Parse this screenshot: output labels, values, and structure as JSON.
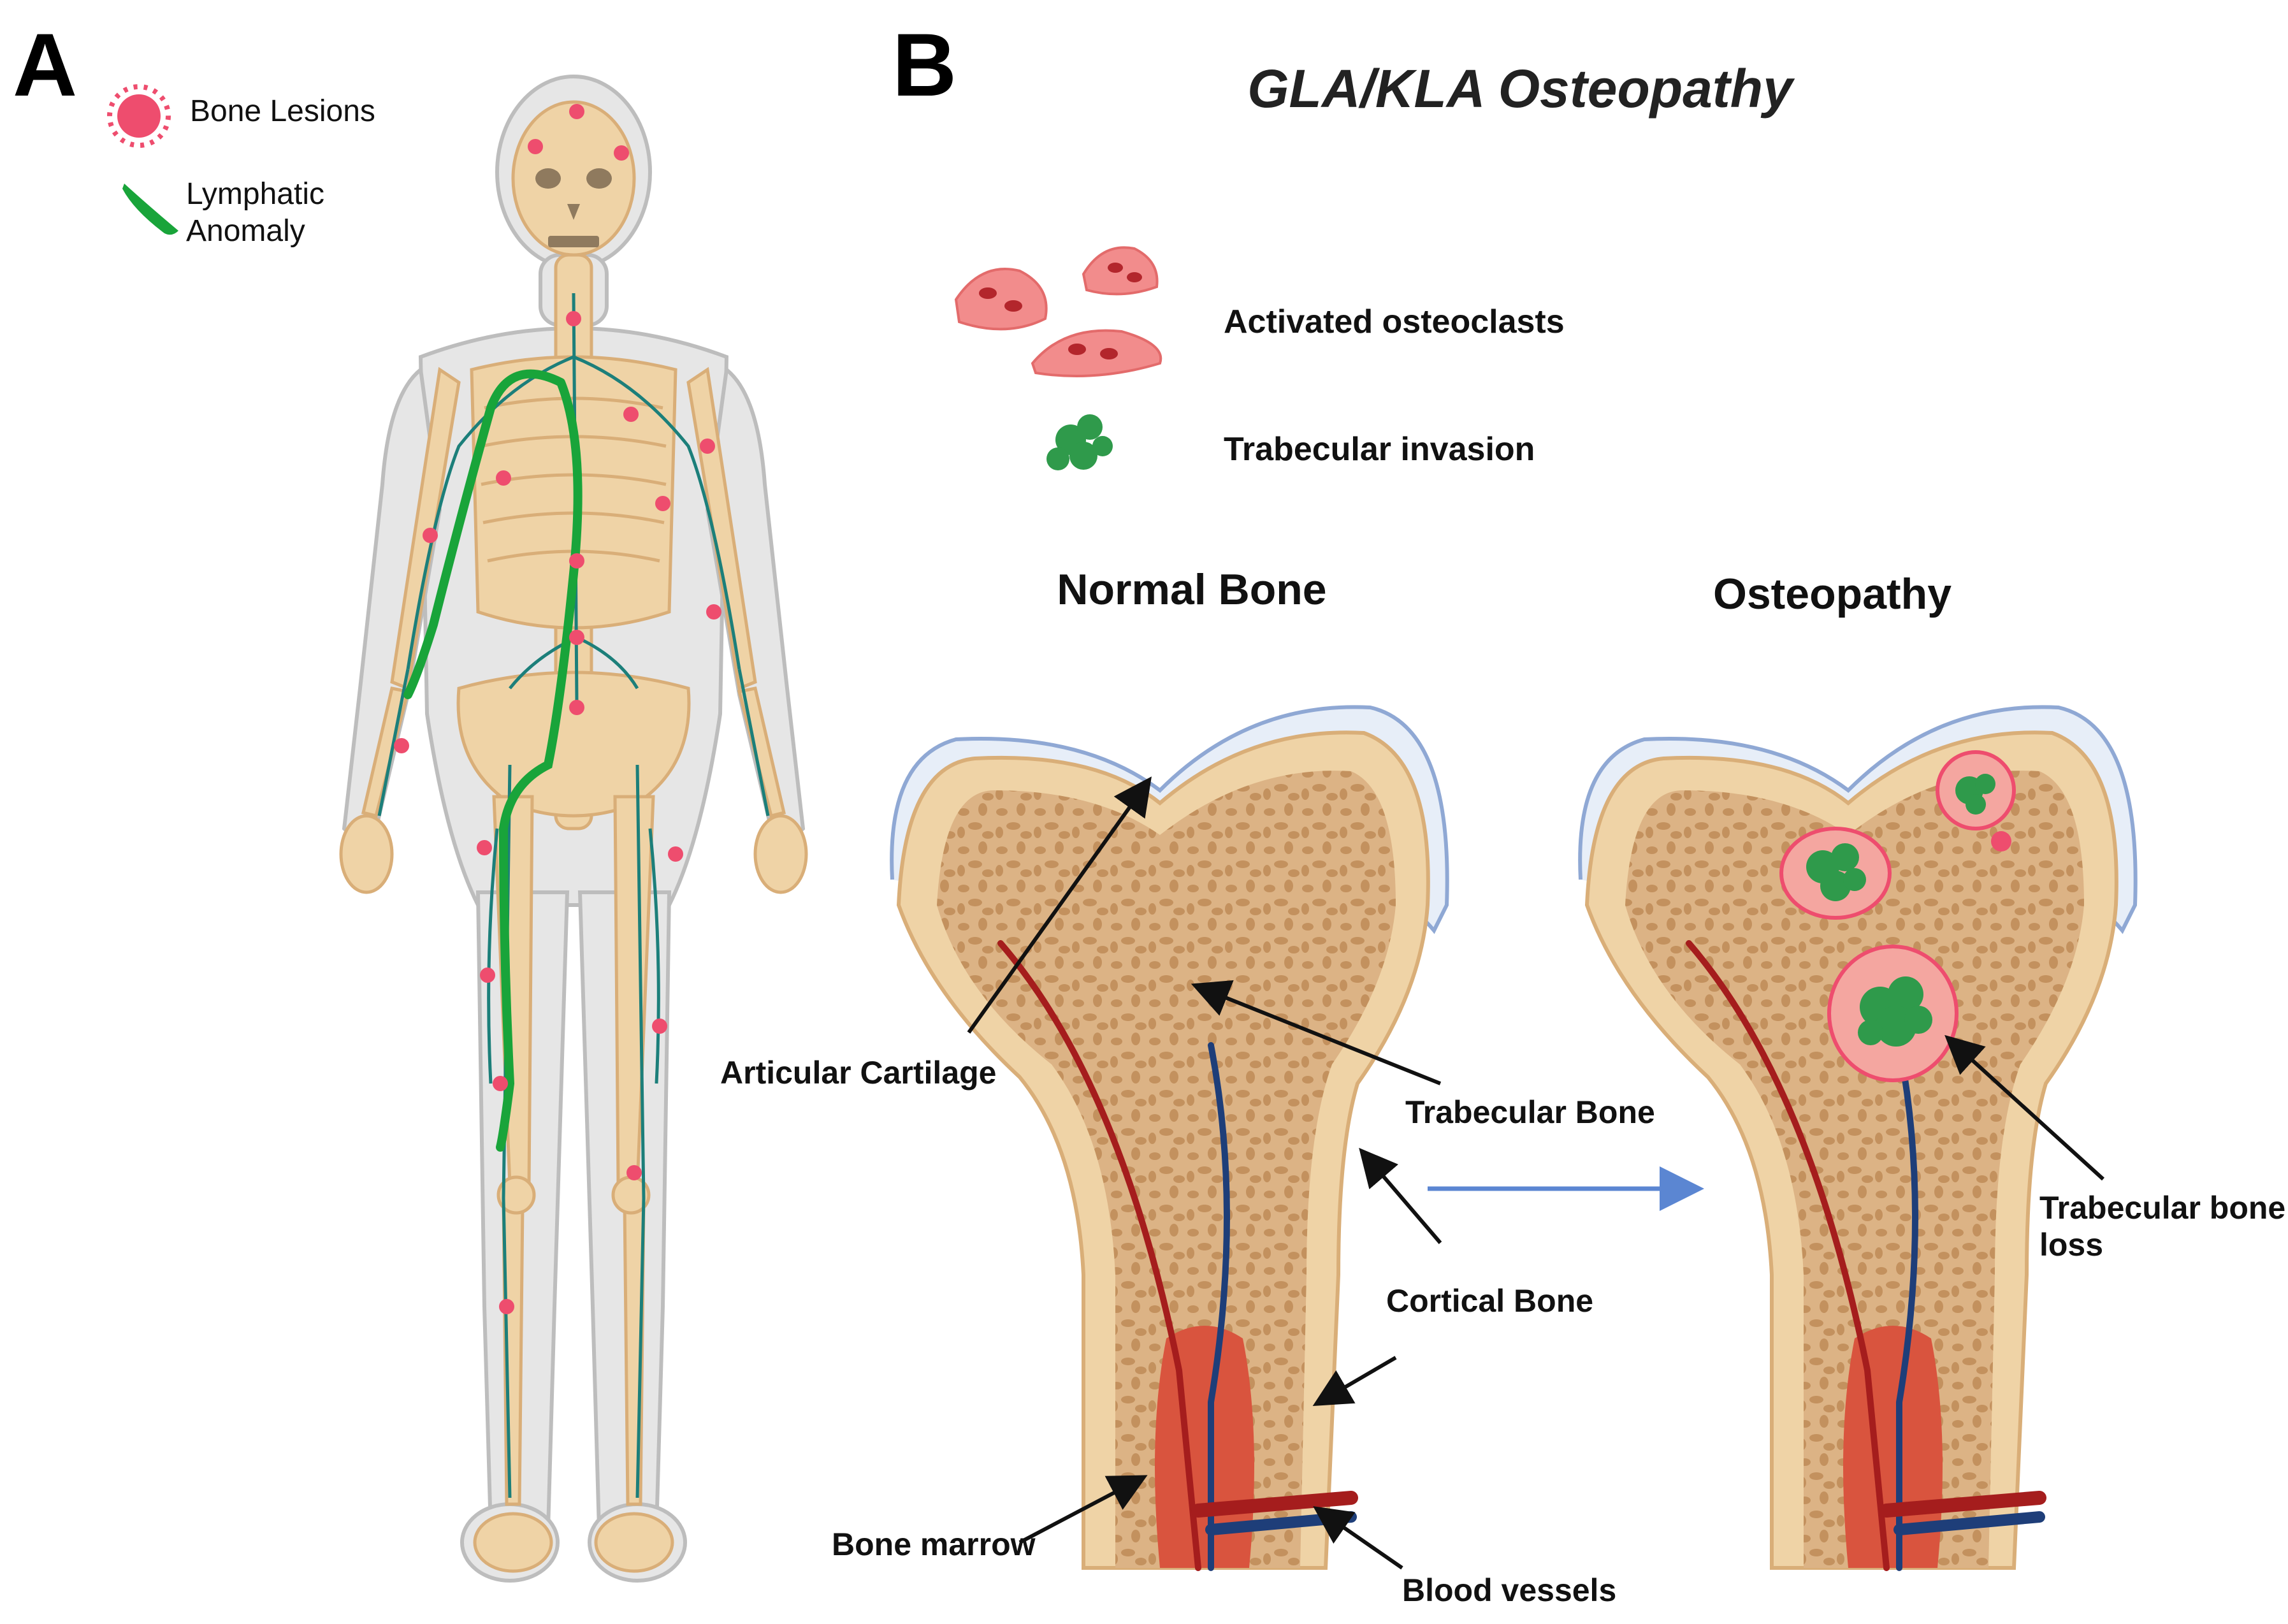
{
  "panels": {
    "a_letter": "A",
    "b_letter": "B"
  },
  "legend_a": {
    "lesions": "Bone Lesions",
    "lymph_line1": "Lymphatic",
    "lymph_line2": "Anomaly"
  },
  "panel_b": {
    "title": "GLA/KLA Osteopathy",
    "legend_osteoclasts": "Activated osteoclasts",
    "legend_trabecular": "Trabecular invasion",
    "normal_heading": "Normal Bone",
    "osteo_heading": "Osteopathy",
    "labels": {
      "articular": "Articular Cartilage",
      "trabecular": "Trabecular Bone",
      "cortical": "Cortical Bone",
      "marrow": "Bone marrow",
      "vessels": "Blood vessels",
      "loss_line1": "Trabecular bone",
      "loss_line2": "loss"
    }
  },
  "colors": {
    "bone": "#efd3a6",
    "bone_dark": "#d9ae78",
    "trabecular": "#c99a66",
    "cartilage": "#e7eef8",
    "cartilage_edge": "#8fa8d4",
    "lesion": "#ee4d6e",
    "lymph_green": "#19a43a",
    "lymph_teal": "#1c7f7a",
    "artery": "#a51d1d",
    "vein": "#1e3e79",
    "marrow": "#d9543e",
    "osteoclast": "#f28c8c",
    "arrow_blue": "#5b86d2"
  }
}
